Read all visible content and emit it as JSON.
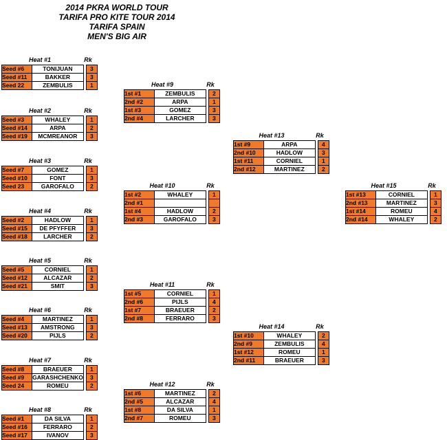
{
  "header": {
    "line1": "2014 PKRA WORLD TOUR",
    "line2": "TARIFA PRO KITE TOUR 2014",
    "line3": "TARIFA SPAIN",
    "line4": "MEN'S BIG AIR"
  },
  "rk_label": "Rk",
  "heats": [
    {
      "name": "Heat #1",
      "rows": [
        {
          "seed": "Seed #6",
          "name": "TONIJUAN",
          "rk": "3"
        },
        {
          "seed": "Seed #11",
          "name": "BAKKER",
          "rk": "3"
        },
        {
          "seed": "Seed 22",
          "name": "ZEMBULIS",
          "rk": "1"
        }
      ]
    },
    {
      "name": "Heat #2",
      "rows": [
        {
          "seed": "Seed #3",
          "name": "WHALEY",
          "rk": "1"
        },
        {
          "seed": "Seed #14",
          "name": "ARPA",
          "rk": "2"
        },
        {
          "seed": "Seed #19",
          "name": "MCMREANOR",
          "rk": "3"
        }
      ]
    },
    {
      "name": "Heat #3",
      "rows": [
        {
          "seed": "Seed #7",
          "name": "GOMEZ",
          "rk": "1"
        },
        {
          "seed": "Seed #10",
          "name": "FONT",
          "rk": "3"
        },
        {
          "seed": "Seed 23",
          "name": "GAROFALO",
          "rk": "2"
        }
      ]
    },
    {
      "name": "Heat #4",
      "rows": [
        {
          "seed": "Seed #2",
          "name": "HADLOW",
          "rk": "1"
        },
        {
          "seed": "Seed #15",
          "name": "DE PFYFFER",
          "rk": "3"
        },
        {
          "seed": "Seed #18",
          "name": "LARCHER",
          "rk": "2"
        }
      ]
    },
    {
      "name": "Heat #5",
      "rows": [
        {
          "seed": "Seed #5",
          "name": "CORNIEL",
          "rk": "1"
        },
        {
          "seed": "Seed #12",
          "name": "ALCAZAR",
          "rk": "2"
        },
        {
          "seed": "Seed #21",
          "name": "SMIT",
          "rk": "3"
        }
      ]
    },
    {
      "name": "Heat #6",
      "rows": [
        {
          "seed": "Seed #4",
          "name": "MARTINEZ",
          "rk": "1"
        },
        {
          "seed": "Seed #13",
          "name": "AMSTRONG",
          "rk": "3"
        },
        {
          "seed": "Seed #20",
          "name": "PIJLS",
          "rk": "2"
        }
      ]
    },
    {
      "name": "Heat #7",
      "rows": [
        {
          "seed": "Seed #8",
          "name": "BRAEUER",
          "rk": "1"
        },
        {
          "seed": "Seed #9",
          "name": "GARASHCHENKO",
          "rk": "3"
        },
        {
          "seed": "Seed 24",
          "name": "ROMEU",
          "rk": "2"
        }
      ]
    },
    {
      "name": "Heat #8",
      "rows": [
        {
          "seed": "Seed #1",
          "name": "DA SILVA",
          "rk": "1"
        },
        {
          "seed": "Seed #16",
          "name": "FERRARO",
          "rk": "2"
        },
        {
          "seed": "Seed #17",
          "name": "IVANOV",
          "rk": "3"
        }
      ]
    },
    {
      "name": "Heat #9",
      "rows": [
        {
          "seed": "1st #1",
          "name": "ZEMBULIS",
          "rk": "2"
        },
        {
          "seed": "2nd #2",
          "name": "ARPA",
          "rk": "1"
        },
        {
          "seed": "1st #3",
          "name": "GOMEZ",
          "rk": "3"
        },
        {
          "seed": "2nd #4",
          "name": "LARCHER",
          "rk": "3"
        }
      ]
    },
    {
      "name": "Heat #10",
      "rows": [
        {
          "seed": "1st #2",
          "name": "WHALEY",
          "rk": "1"
        },
        {
          "seed": "2nd #1",
          "name": "",
          "rk": ""
        },
        {
          "seed": "1st #4",
          "name": "HADLOW",
          "rk": "2"
        },
        {
          "seed": "2nd #3",
          "name": "GAROFALO",
          "rk": "3"
        }
      ]
    },
    {
      "name": "Heat #11",
      "rows": [
        {
          "seed": "1st #5",
          "name": "CORNIEL",
          "rk": "1"
        },
        {
          "seed": "2nd #6",
          "name": "PIJLS",
          "rk": "4"
        },
        {
          "seed": "1st #7",
          "name": "BRAEUER",
          "rk": "2"
        },
        {
          "seed": "2nd #8",
          "name": "FERRARO",
          "rk": "3"
        }
      ]
    },
    {
      "name": "Heat #12",
      "rows": [
        {
          "seed": "1st #6",
          "name": "MARTINEZ",
          "rk": "2"
        },
        {
          "seed": "2nd #5",
          "name": "ALCAZAR",
          "rk": "4"
        },
        {
          "seed": "1st #8",
          "name": "DA SILVA",
          "rk": "1"
        },
        {
          "seed": "2nd #7",
          "name": "ROMEU",
          "rk": "3"
        }
      ]
    },
    {
      "name": "Heat #13",
      "rows": [
        {
          "seed": "1st #9",
          "name": "ARPA",
          "rk": "4"
        },
        {
          "seed": "2nd #10",
          "name": "HADLOW",
          "rk": "3"
        },
        {
          "seed": "1st #11",
          "name": "CORNIEL",
          "rk": "1"
        },
        {
          "seed": "2nd #12",
          "name": "MARTINEZ",
          "rk": "2"
        }
      ]
    },
    {
      "name": "Heat #14",
      "rows": [
        {
          "seed": "1st #10",
          "name": "WHALEY",
          "rk": "2"
        },
        {
          "seed": "2nd #9",
          "name": "ZEMBULIS",
          "rk": "4"
        },
        {
          "seed": "1st #12",
          "name": "ROMEU",
          "rk": "1"
        },
        {
          "seed": "2nd #11",
          "name": "BRAEUER",
          "rk": "3"
        }
      ]
    },
    {
      "name": "Heat #15",
      "rows": [
        {
          "seed": "1st #13",
          "name": "CORNIEL",
          "rk": "1"
        },
        {
          "seed": "2nd #13",
          "name": "MARTINEZ",
          "rk": "3"
        },
        {
          "seed": "1st #14",
          "name": "ROMEU",
          "rk": "4"
        },
        {
          "seed": "2nd #14",
          "name": "WHALEY",
          "rk": "2"
        }
      ]
    }
  ]
}
